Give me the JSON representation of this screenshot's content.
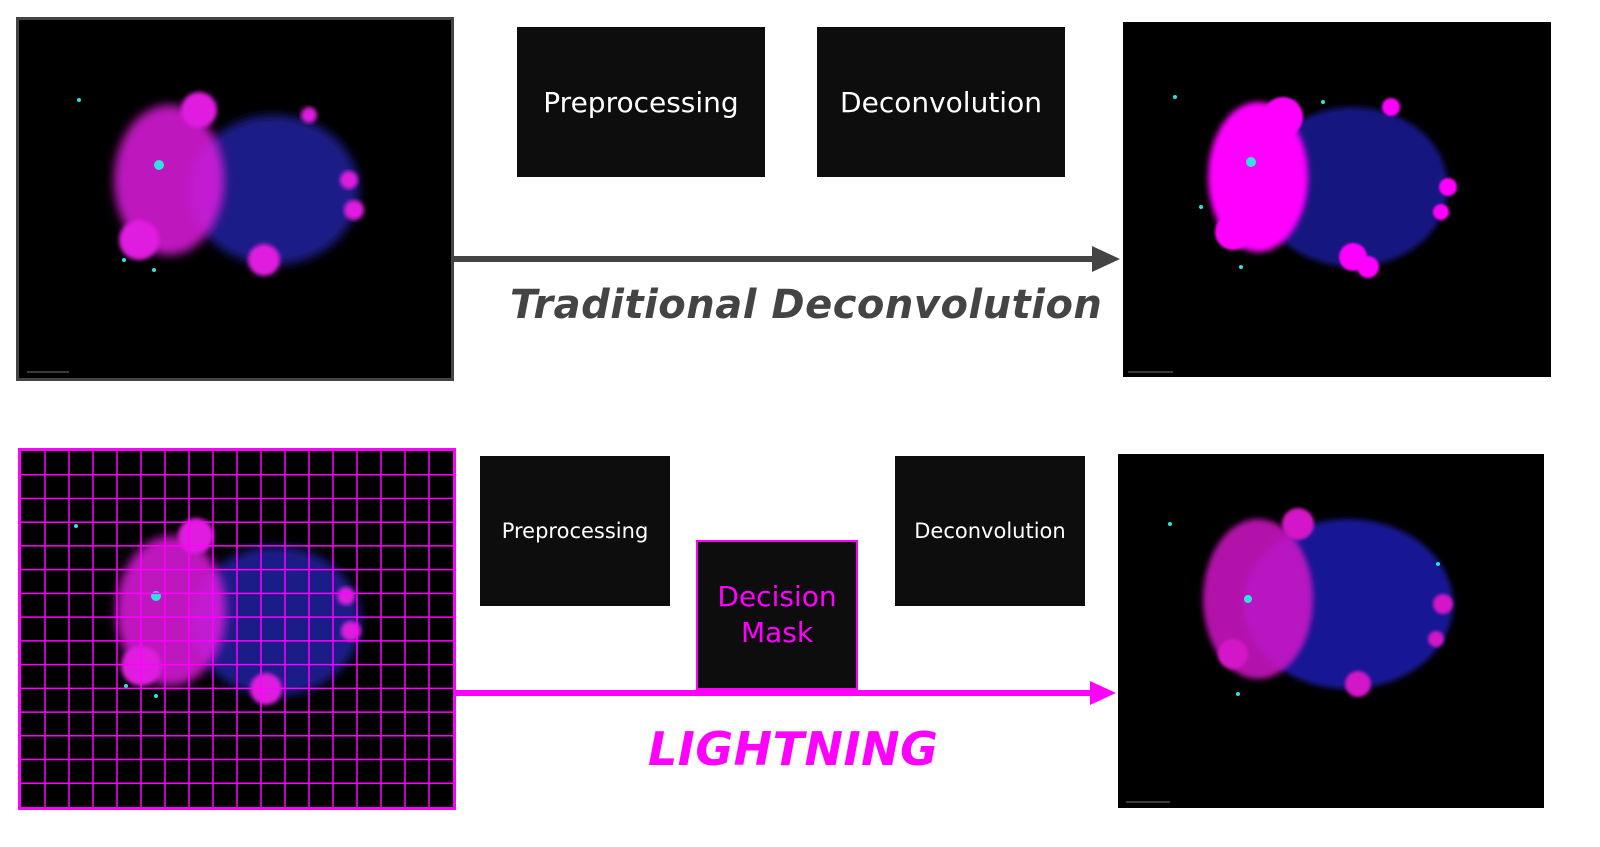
{
  "traditional": {
    "title": "Traditional Deconvolution",
    "step1_label": "Preprocessing",
    "step2_label": "Deconvolution"
  },
  "lightning": {
    "title": "LIGHTNING",
    "step1_label": "Preprocessing",
    "decision_label": "Decision Mask",
    "step2_label": "Deconvolution"
  },
  "colors": {
    "traditional_accent": "#444444",
    "lightning_accent": "#ff00ff",
    "nucleus": "#2a2aa8",
    "cytoplasm": "#ff22ff",
    "puncta": "#33e0e0"
  },
  "icons": {
    "arrow": "right-arrow",
    "grid": "tile-grid-overlay"
  }
}
